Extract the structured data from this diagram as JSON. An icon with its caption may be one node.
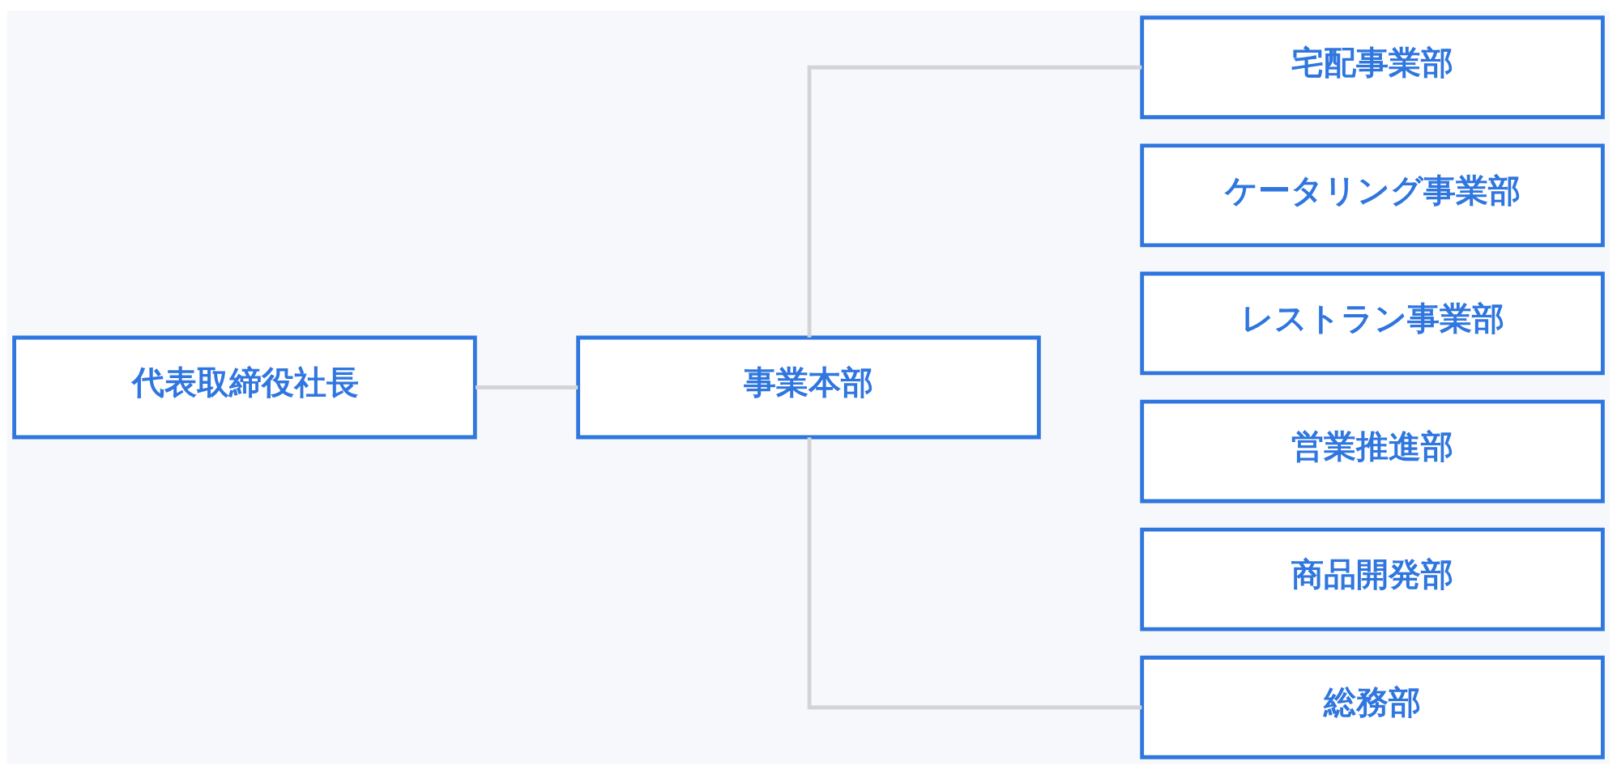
{
  "diagram": {
    "nodes": [
      {
        "text": [
          "代表取締役社長"
        ]
      },
      {
        "text": [
          "事業本部"
        ]
      },
      {
        "text": [
          "宅配事業部"
        ]
      },
      {
        "text": [
          "ケータリング事業部"
        ]
      },
      {
        "text": [
          "レストラン事業部"
        ]
      },
      {
        "text": [
          "営業推進部"
        ]
      },
      {
        "text": [
          "商品開発部"
        ]
      },
      {
        "text": [
          "総務部"
        ]
      }
    ],
    "edges": [
      {
        "from": 0,
        "to": 1,
        "arrow": "none"
      },
      {
        "from": 1,
        "to": 2,
        "arrow": "none"
      },
      {
        "from": 1,
        "to": 7,
        "arrow": "none"
      }
    ]
  }
}
